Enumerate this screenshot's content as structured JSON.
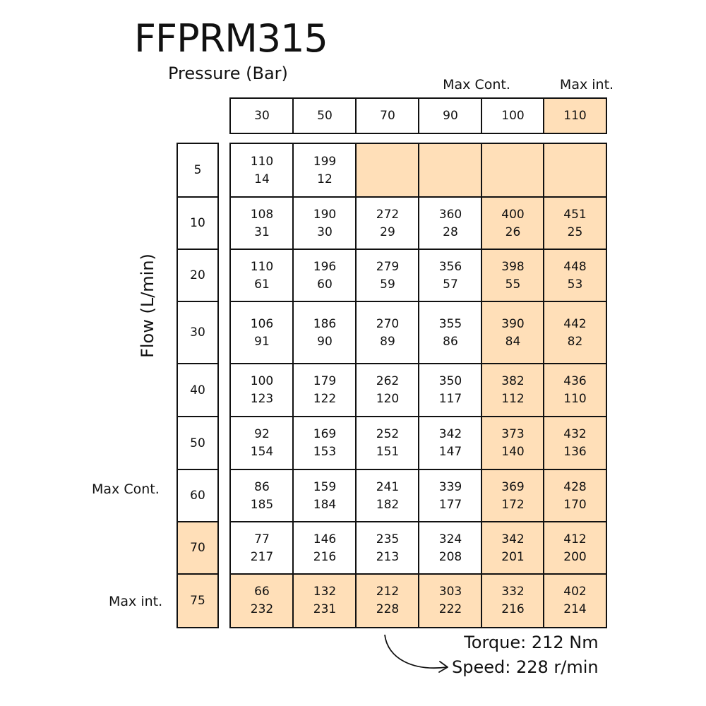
{
  "title": "FFPRM315",
  "pressure_label": "Pressure (Bar)",
  "flow_label": "Flow (L/min)",
  "pressure_notes": {
    "max_cont": "Max Cont.",
    "max_int": "Max int."
  },
  "flow_notes": {
    "max_cont": "Max Cont.",
    "max_int": "Max int."
  },
  "colors": {
    "highlight": "#ffdfb8",
    "border": "#111111"
  },
  "pressures": [
    {
      "label": "30",
      "hl": false
    },
    {
      "label": "50",
      "hl": false
    },
    {
      "label": "70",
      "hl": false
    },
    {
      "label": "90",
      "hl": false
    },
    {
      "label": "100",
      "hl": false
    },
    {
      "label": "110",
      "hl": true
    }
  ],
  "flows": [
    {
      "label": "5",
      "hl": false
    },
    {
      "label": "10",
      "hl": false
    },
    {
      "label": "20",
      "hl": false
    },
    {
      "label": "30",
      "hl": false
    },
    {
      "label": "40",
      "hl": false
    },
    {
      "label": "50",
      "hl": false
    },
    {
      "label": "60",
      "hl": false
    },
    {
      "label": "70",
      "hl": true
    },
    {
      "label": "75",
      "hl": true
    }
  ],
  "cells": [
    [
      {
        "t": "110",
        "s": "14",
        "hl": false
      },
      {
        "t": "199",
        "s": "12",
        "hl": false
      },
      {
        "t": "",
        "s": "",
        "hl": true
      },
      {
        "t": "",
        "s": "",
        "hl": true
      },
      {
        "t": "",
        "s": "",
        "hl": true
      },
      {
        "t": "",
        "s": "",
        "hl": true
      }
    ],
    [
      {
        "t": "108",
        "s": "31",
        "hl": false
      },
      {
        "t": "190",
        "s": "30",
        "hl": false
      },
      {
        "t": "272",
        "s": "29",
        "hl": false
      },
      {
        "t": "360",
        "s": "28",
        "hl": false
      },
      {
        "t": "400",
        "s": "26",
        "hl": true
      },
      {
        "t": "451",
        "s": "25",
        "hl": true
      }
    ],
    [
      {
        "t": "110",
        "s": "61",
        "hl": false
      },
      {
        "t": "196",
        "s": "60",
        "hl": false
      },
      {
        "t": "279",
        "s": "59",
        "hl": false
      },
      {
        "t": "356",
        "s": "57",
        "hl": false
      },
      {
        "t": "398",
        "s": "55",
        "hl": true
      },
      {
        "t": "448",
        "s": "53",
        "hl": true
      }
    ],
    [
      {
        "t": "106",
        "s": "91",
        "hl": false
      },
      {
        "t": "186",
        "s": "90",
        "hl": false
      },
      {
        "t": "270",
        "s": "89",
        "hl": false
      },
      {
        "t": "355",
        "s": "86",
        "hl": false
      },
      {
        "t": "390",
        "s": "84",
        "hl": true
      },
      {
        "t": "442",
        "s": "82",
        "hl": true
      }
    ],
    [
      {
        "t": "100",
        "s": "123",
        "hl": false
      },
      {
        "t": "179",
        "s": "122",
        "hl": false
      },
      {
        "t": "262",
        "s": "120",
        "hl": false
      },
      {
        "t": "350",
        "s": "117",
        "hl": false
      },
      {
        "t": "382",
        "s": "112",
        "hl": true
      },
      {
        "t": "436",
        "s": "110",
        "hl": true
      }
    ],
    [
      {
        "t": "92",
        "s": "154",
        "hl": false
      },
      {
        "t": "169",
        "s": "153",
        "hl": false
      },
      {
        "t": "252",
        "s": "151",
        "hl": false
      },
      {
        "t": "342",
        "s": "147",
        "hl": false
      },
      {
        "t": "373",
        "s": "140",
        "hl": true
      },
      {
        "t": "432",
        "s": "136",
        "hl": true
      }
    ],
    [
      {
        "t": "86",
        "s": "185",
        "hl": false
      },
      {
        "t": "159",
        "s": "184",
        "hl": false
      },
      {
        "t": "241",
        "s": "182",
        "hl": false
      },
      {
        "t": "339",
        "s": "177",
        "hl": false
      },
      {
        "t": "369",
        "s": "172",
        "hl": true
      },
      {
        "t": "428",
        "s": "170",
        "hl": true
      }
    ],
    [
      {
        "t": "77",
        "s": "217",
        "hl": false
      },
      {
        "t": "146",
        "s": "216",
        "hl": false
      },
      {
        "t": "235",
        "s": "213",
        "hl": false
      },
      {
        "t": "324",
        "s": "208",
        "hl": false
      },
      {
        "t": "342",
        "s": "201",
        "hl": true
      },
      {
        "t": "412",
        "s": "200",
        "hl": true
      }
    ],
    [
      {
        "t": "66",
        "s": "232",
        "hl": true
      },
      {
        "t": "132",
        "s": "231",
        "hl": true
      },
      {
        "t": "212",
        "s": "228",
        "hl": true
      },
      {
        "t": "303",
        "s": "222",
        "hl": true
      },
      {
        "t": "332",
        "s": "216",
        "hl": true
      },
      {
        "t": "402",
        "s": "214",
        "hl": true
      }
    ]
  ],
  "legend": {
    "torque": "Torque: 212 Nm",
    "speed": "Speed: 228 r/min"
  }
}
